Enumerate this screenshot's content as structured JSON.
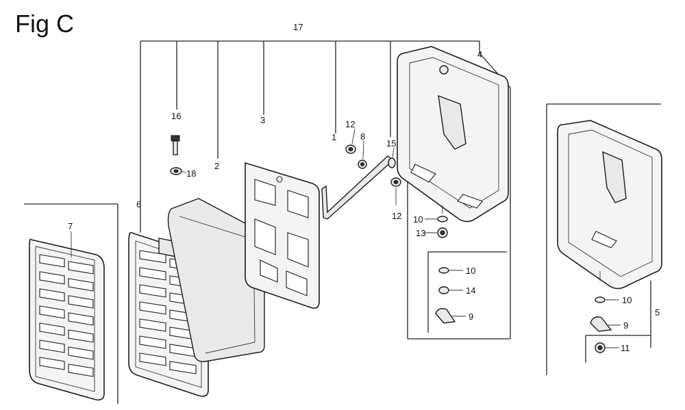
{
  "figure": {
    "title": "Fig C"
  },
  "callouts": {
    "c17": "17",
    "c4": "4",
    "c16": "16",
    "c18": "18",
    "c2": "2",
    "c3": "3",
    "c12a": "12",
    "c8": "8",
    "c1": "1",
    "c15": "15",
    "c12b": "12",
    "c6": "6",
    "c7": "7",
    "c10a": "10",
    "c13": "13",
    "c10b": "10",
    "c14": "14",
    "c9a": "9",
    "c10c": "10",
    "c5": "5",
    "c9b": "9",
    "c11": "11"
  }
}
